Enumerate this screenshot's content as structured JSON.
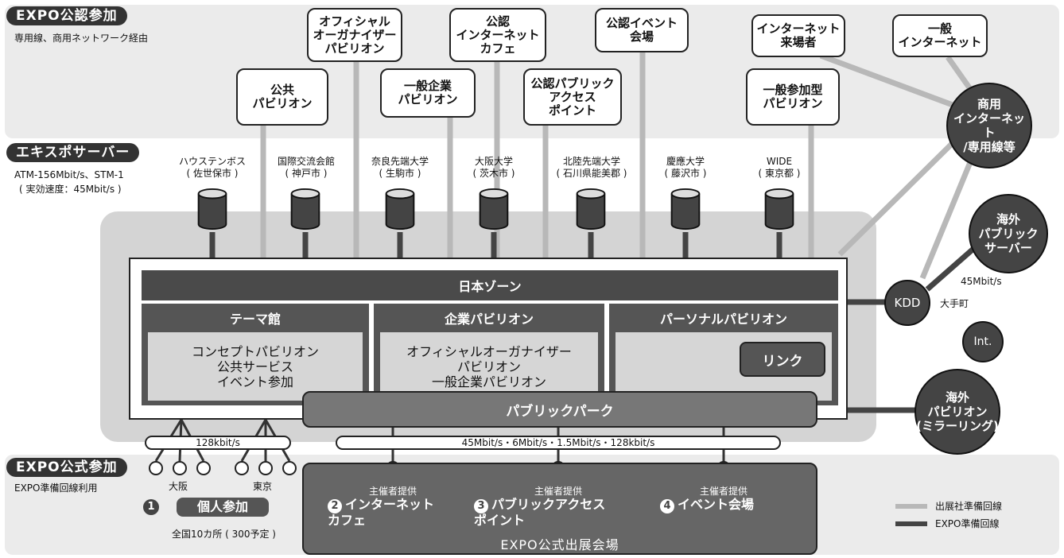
{
  "sections": {
    "expo_official": {
      "title": "EXPO公認参加",
      "sub": "専用線、商用ネットワーク経由"
    },
    "expo_server": {
      "title": "エキスポサーバー",
      "sub1": "ATM-156Mbit/s、STM-1",
      "sub2": "( 実効速度：45Mbit/s )"
    },
    "expo_formal": {
      "title": "EXPO公式参加",
      "sub": "EXPO準備回線利用"
    }
  },
  "top_boxes": [
    {
      "label": "オフィシャル\nオーガナイザー\nパビリオン"
    },
    {
      "label": "公認\nインターネット\nカフェ"
    },
    {
      "label": "公認イベント\n会場"
    },
    {
      "label": "インターネット\n来場者"
    },
    {
      "label": "一般\nインターネット"
    },
    {
      "label": "公共\nパビリオン"
    },
    {
      "label": "一般企業\nパビリオン"
    },
    {
      "label": "公認パブリック\nアクセス\nポイント"
    },
    {
      "label": "一般参加型\nパビリオン"
    }
  ],
  "servers": [
    {
      "label": "ハウステンボス\n( 佐世保市 )"
    },
    {
      "label": "国際交流会館\n( 神戸市 )"
    },
    {
      "label": "奈良先端大学\n( 生駒市 )"
    },
    {
      "label": "大阪大学\n( 茨木市 )"
    },
    {
      "label": "北陸先端大学\n( 石川県能美郡 )"
    },
    {
      "label": "慶應大学\n( 藤沢市 )"
    },
    {
      "label": "WIDE\n( 東京都 )"
    }
  ],
  "zone": {
    "title": "日本ゾーン",
    "columns": [
      {
        "header": "テーマ館",
        "body": "コンセプトパビリオン\n公共サービス\nイベント参加"
      },
      {
        "header": "企業パビリオン",
        "body": "オフィシャルオーガナイザー\nパビリオン\n一般企業パビリオン"
      },
      {
        "header": "パーソナルパビリオン",
        "body": ""
      }
    ],
    "link": "リンク",
    "public_park": "パブリックパーク"
  },
  "circles": {
    "commercial": "商用\nインターネット\n/専用線等",
    "overseas_server": "海外\nパブリック\nサーバー",
    "kdd": "KDD",
    "kdd_loc": "大手町",
    "speed": "45Mbit/s",
    "int": "Int.",
    "overseas_pav": "海外\nパビリオン\n(ミラーリング)"
  },
  "bars": {
    "left": "128kbit/s",
    "right": "45Mbit/s・6Mbit/s・1.5Mbit/s・128kbit/s"
  },
  "personal": {
    "osaka": "大阪",
    "tokyo": "東京",
    "num": "1",
    "title": "個人参加",
    "sub": "全国10カ所 ( 300予定 )"
  },
  "venue": {
    "items": [
      {
        "num": "2",
        "host": "主催者提供",
        "label": "インターネット\nカフェ"
      },
      {
        "num": "3",
        "host": "主催者提供",
        "label": "パブリックアクセス\nポイント"
      },
      {
        "num": "4",
        "host": "主催者提供",
        "label": "イベント会場"
      }
    ],
    "title": "EXPO公式出展会場"
  },
  "legend": [
    {
      "label": "出展社準備回線",
      "color": "#b8b8b8"
    },
    {
      "label": "EXPO準備回線",
      "color": "#444444"
    }
  ]
}
